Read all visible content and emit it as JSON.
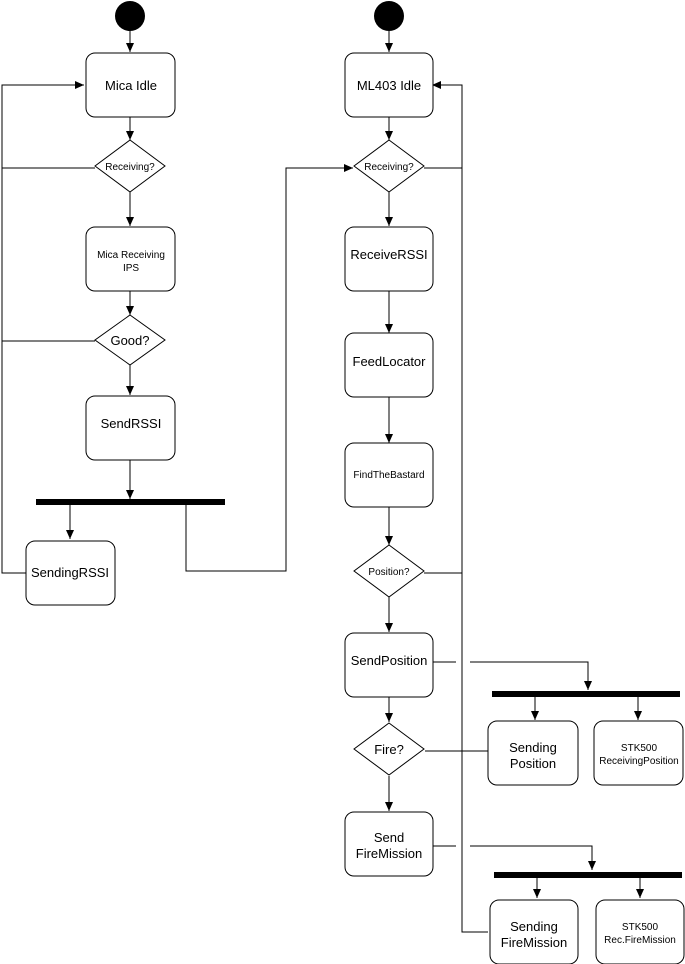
{
  "diagram": {
    "mica_idle": "Mica Idle",
    "mica_receiving_q": "Receiving?",
    "mica_receiving_ips_1": "Mica Receiving",
    "mica_receiving_ips_2": "IPS",
    "good_q": "Good?",
    "send_rssi": "SendRSSI",
    "sending_rssi": "SendingRSSI",
    "ml403_idle": "ML403 Idle",
    "ml403_receiving_q": "Receiving?",
    "receive_rssi": "ReceiveRSSI",
    "feed_locator": "FeedLocator",
    "find_the_bastard": "FindTheBastard",
    "position_q": "Position?",
    "send_position": "SendPosition",
    "sending_position_1": "Sending",
    "sending_position_2": "Position",
    "stk500_receiving_position_1": "STK500",
    "stk500_receiving_position_2": "ReceivingPosition",
    "fire_q": "Fire?",
    "send_fire_mission_1": "Send",
    "send_fire_mission_2": "FireMission",
    "sending_fire_mission_1": "Sending",
    "sending_fire_mission_2": "FireMission",
    "stk500_rec_fire_mission_1": "STK500",
    "stk500_rec_fire_mission_2": "Rec.FireMission"
  }
}
